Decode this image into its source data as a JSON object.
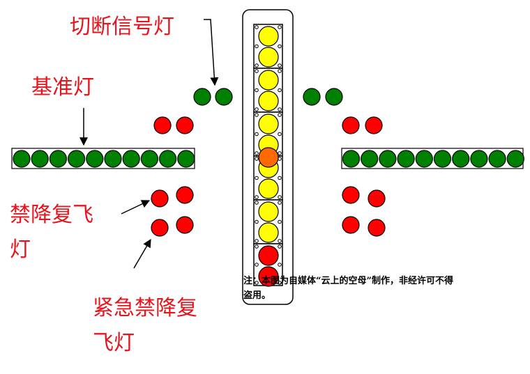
{
  "labels": {
    "cutoff": "切断信号灯",
    "datum": "基准灯",
    "waveoff_line1": "禁降复飞",
    "waveoff_line2": "灯",
    "emergency_line1": "紧急禁降复",
    "emergency_line2": "飞灯"
  },
  "note": {
    "line1": "注：本图为自媒体“云上的空母”制作，非经许可不得",
    "line2": "盗用。"
  },
  "colors": {
    "green": "#008000",
    "red": "#ff0000",
    "yellow": "#ffff00",
    "orange": "#ff6a00",
    "label": "#e8141c"
  },
  "lens_cells": [
    "yellow",
    "yellow",
    "yellow",
    "yellow",
    "yellow",
    "yellow",
    "yellow",
    "yellow",
    "yellow",
    "yellow",
    "red",
    "red"
  ],
  "ball_color": "orange"
}
